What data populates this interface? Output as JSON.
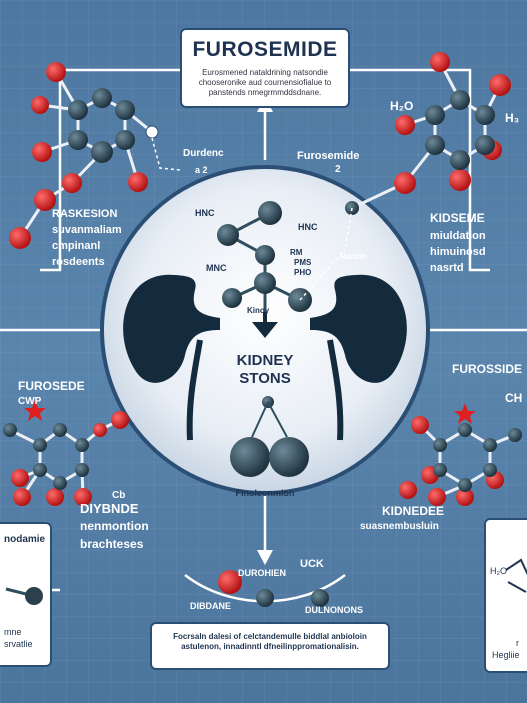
{
  "title": "FUROSEMIDE",
  "title_desc": "Eurosmened nataldrining natsondie chooseronike aud cournensiofialue to panstends nmegrmmddsdnane.",
  "top_right": {
    "label": "Furosemide",
    "sub": "2",
    "h2o": "H₂O",
    "hh": "H₃"
  },
  "top_left": {
    "label": "Durdenc",
    "sub": "a 2"
  },
  "left_caption": {
    "heading": "RASKESION",
    "line1": "suvanmaliam",
    "line2": "cmpinanl",
    "line3": "rosdeents"
  },
  "right_caption": {
    "heading": "KIDSEME",
    "line1": "miuldation",
    "line2": "himuinosd",
    "line3": "nasrtd"
  },
  "circle": {
    "hnc_left": "HNC",
    "hnc_right": "HNC",
    "mnc": "MNC",
    "pms": "PMS",
    "pho": "PHO",
    "rm": "RM",
    "ramon": "Ranlan",
    "kinoy": "Kinoy",
    "kidney_label": "KIDNEY",
    "kidney_sub": "STONS",
    "formation": "Finoleonmion"
  },
  "mid_left": {
    "heading": "FUROSEDE",
    "sub": "CWP"
  },
  "mid_right": {
    "heading": "FUROSSIDE",
    "sub": "CH"
  },
  "lower_left": {
    "heading": "DIYBNDE",
    "line1": "nenmontion",
    "line2": "brachteses",
    "tag": "Cb"
  },
  "lower_right": {
    "heading": "KIDNEDEE",
    "line1": "suasnembusluin"
  },
  "side_left_box": {
    "title": "nodamie",
    "line1": "mne",
    "line2": "srvatlie"
  },
  "side_right_box": {
    "h2o": "H₂O",
    "line1": "r",
    "line2": "Hegliie"
  },
  "bottom_chain": {
    "uck": "UCK",
    "dur1": "DUROHIEN",
    "dib": "DIBDANE",
    "dur2": "DULNONONS"
  },
  "bottom_box": "Focrsaln dalesi of celctandemulle biddlal anbioloin astulenon, innadinntl dfneilinppromationalisin.",
  "colors": {
    "atom_red": "#d92121",
    "atom_dark": "#2f4f5e",
    "navy": "#2b4f74",
    "bg": "#4f79a0"
  }
}
